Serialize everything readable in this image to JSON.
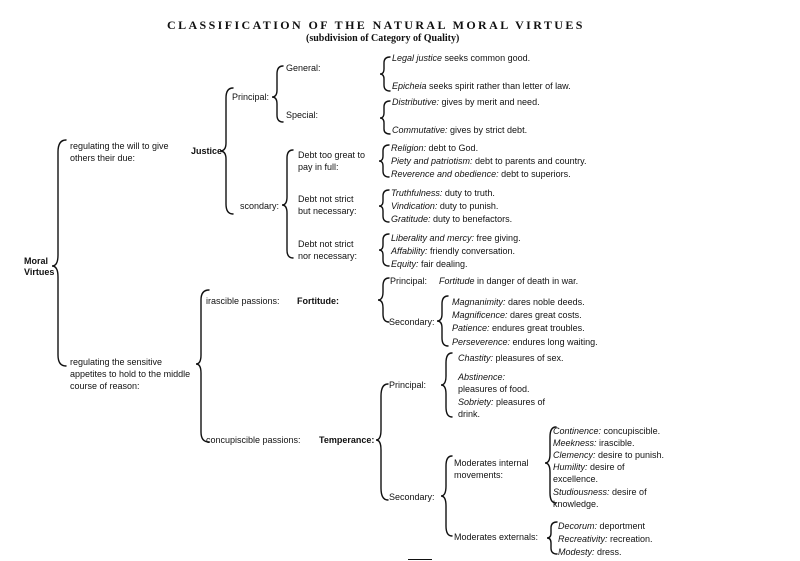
{
  "title": "CLASSIFICATION OF THE NATURAL MORAL VIRTUES",
  "subtitle": "(subdivision of  Category of Quality)",
  "root": "Moral Virtues",
  "will": {
    "label": "regulating the will to give others their due:",
    "virtue": "Justice",
    "principal": {
      "label": "Principal:",
      "general": {
        "label": "General:",
        "items": [
          {
            "name": "Legal justice",
            "desc": " seeks common good."
          },
          {
            "name": "Epicheia",
            "desc": " seeks spirit rather than letter of law."
          }
        ]
      },
      "special": {
        "label": "Special:",
        "items": [
          {
            "name": "Distributive:",
            "desc": " gives by merit and need."
          },
          {
            "name": "Commutative:",
            "desc": " gives by strict debt."
          }
        ]
      }
    },
    "secondary": {
      "label": "scondary:",
      "groups": [
        {
          "label": "Debt too great to pay in full:",
          "items": [
            {
              "name": "Religion:",
              "desc": " debt to God."
            },
            {
              "name": "Piety and patriotism:",
              "desc": " debt to parents and country."
            },
            {
              "name": "Reverence and obedience:",
              "desc": " debt to superiors."
            }
          ]
        },
        {
          "label": "Debt not strict but necessary:",
          "items": [
            {
              "name": "Truthfulness:",
              "desc": " duty to truth."
            },
            {
              "name": "Vindication:",
              "desc": " duty to punish."
            },
            {
              "name": "Gratitude:",
              "desc": " duty to benefactors."
            }
          ]
        },
        {
          "label": "Debt not strict nor necessary:",
          "items": [
            {
              "name": "Liberality and mercy:",
              "desc": " free giving."
            },
            {
              "name": "Affability:",
              "desc": " friendly conversation."
            },
            {
              "name": "Equity:",
              "desc": " fair dealing."
            }
          ]
        }
      ]
    }
  },
  "appetites": {
    "label": "regulating the sensitive appetites to hold to the middle course of reason:",
    "irascible": {
      "label": "irascible passions:",
      "virtue": "Fortitude:",
      "principal": {
        "label": "Principal:",
        "items": [
          {
            "name": "Fortitude",
            "desc": " in danger of death in war."
          }
        ]
      },
      "secondary": {
        "label": "Secondary:",
        "items": [
          {
            "name": "Magnanimity:",
            "desc": " dares noble deeds."
          },
          {
            "name": "Magnificence:",
            "desc": " dares great costs."
          },
          {
            "name": "Patience:",
            "desc": " endures great troubles."
          },
          {
            "name": "Perseverence:",
            "desc": " endures long waiting."
          }
        ]
      }
    },
    "concupiscible": {
      "label": "concupiscible passions:",
      "virtue": "Temperance:",
      "principal": {
        "label": "Principal:",
        "items": [
          {
            "name": "Chastity:",
            "desc": " pleasures of sex."
          },
          {
            "name": "Abstinence:",
            "desc": " pleasures of food."
          },
          {
            "name": "Sobriety:",
            "desc": " pleasures of drink."
          }
        ]
      },
      "secondary": {
        "label": "Secondary:",
        "internal": {
          "label": "Moderates internal movements:",
          "items": [
            {
              "name": "Continence:",
              "desc": " concupiscible."
            },
            {
              "name": "Meekness:",
              "desc": " irascible."
            },
            {
              "name": "Clemency:",
              "desc": " desire to punish."
            },
            {
              "name": "Humility:",
              "desc": " desire of excellence."
            },
            {
              "name": "Studiousness:",
              "desc": " desire of knowledge."
            }
          ]
        },
        "externals": {
          "label": "Moderates externals:",
          "items": [
            {
              "name": "Decorum:",
              "desc": " deportment"
            },
            {
              "name": "Recreativity:",
              "desc": " recreation."
            },
            {
              "name": "Modesty:",
              "desc": " dress."
            }
          ]
        }
      }
    }
  }
}
